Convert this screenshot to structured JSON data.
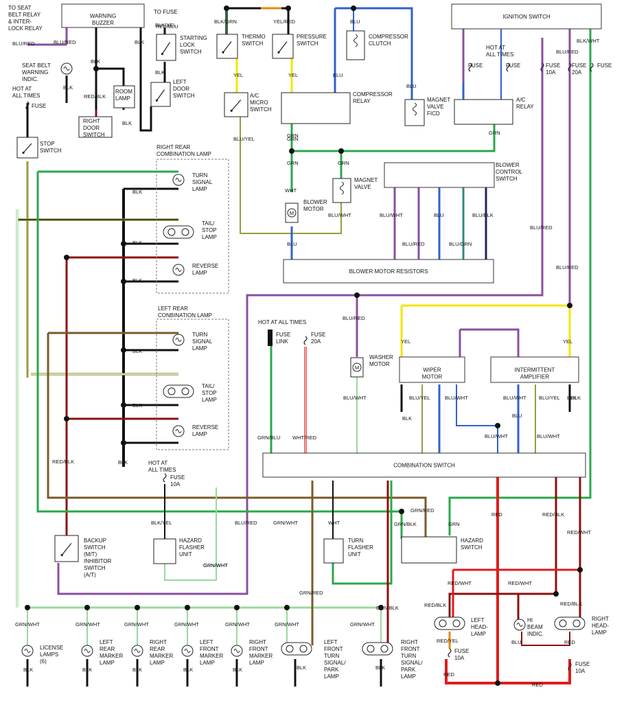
{
  "colors": {
    "black": "#111111",
    "purple": "#8a4fa0",
    "green": "#2aa84a",
    "yellow": "#f2e600",
    "blue": "#3060d0",
    "red": "#e01c1c",
    "dark_red": "#8b1010",
    "brown": "#7a5a2a",
    "olive": "#9a9a40",
    "teal": "#2f8a80",
    "navy": "#202060",
    "light_green": "#9ad99a",
    "gray": "#888888"
  },
  "boxes": {
    "warning_buzzer": "WARNING\nBUZZER",
    "ignition_switch": "IGNITION SWITCH",
    "blower_motor_resistors": "BLOWER MOTOR RESISTORS",
    "combination_switch": "COMBINATION SWITCH",
    "wiper_motor": "WIPER\nMOTOR",
    "intermittent_amplifier": "INTERMITTENT\nAMPLIFIER"
  },
  "labels": {
    "seat_belt_relay": "TO SEAT\nBELT RELAY\n& INTER-\nLOCK RELAY",
    "seat_belt_warning": "SEAT BELT\nWARNING\nINDIC.",
    "hot_all_times_left": "HOT AT\nALL TIMES",
    "fuse_left": "FUSE",
    "stop_switch": "STOP\nSWITCH",
    "to_fuse": "TO FUSE",
    "starting_lock_switch": "STARTING\nLOCK\nSWITCH",
    "left_door_switch": "LEFT\nDOOR\nSWITCH",
    "room_lamp": "ROOM\nLAMP",
    "right_door_switch": "RIGHT\nDOOR\nSWITCH",
    "thermo_switch": "THERMO\nSWITCH",
    "pressure_switch": "PRESSURE\nSWITCH",
    "compressor_clutch": "COMPRESSOR\nCLUTCH",
    "ac_micro_switch": "A/C\nMICRO\nSWITCH",
    "compressor_relay": "COMPRESSOR\nRELAY",
    "magnet_valve_ficd": "MAGNET\nVALVE\nFICD",
    "hot_all_times_top": "HOT AT\nALL TIMES",
    "fuse_a": "FUSE",
    "fuse_b": "FUSE",
    "fuse_10a": "FUSE\n10A",
    "fuse_20a": "FUSE\n20A",
    "fuse_c": "FUSE",
    "ac_relay": "A/C\nRELAY",
    "blower_control_switch": "BLOWER\nCONTROL\nSWITCH",
    "magnet_valve": "MAGNET\nVALVE",
    "blower_motor": "BLOWER\nMOTOR",
    "right_rear_combo": "RIGHT REAR\nCOMBINATION LAMP",
    "turn_signal_lamp_1": "TURN\nSIGNAL\nLAMP",
    "tail_stop_lamp_1": "TAIL/\nSTOP\nLAMP",
    "reverse_lamp_1": "REVERSE\nLAMP",
    "left_rear_combo": "LEFT REAR\nCONBINATION LAMP",
    "turn_signal_lamp_2": "TURN\nSIGNAL\nLAMP",
    "tail_stop_lamp_2": "TAIL/\nSTOP\nLAMP",
    "reverse_lamp_2": "REVERSE\nLAMP",
    "hot_all_times_mid": "HOT AT ALL TIMES",
    "fuse_link": "FUSE\nLINK",
    "fuse_20a_mid": "FUSE\n20A",
    "washer_motor": "WASHER\nMOTOR",
    "hot_all_times_hazard": "HOT AT\nALL TIMES",
    "fuse_10a_hazard": "FUSE\n10A",
    "backup_switch": "BACKUP\nSWITCH\n(M/T)\nINHIBITOR\nSWITCH\n(A/T)",
    "hazard_flasher": "HAZARD\nFLASHER\nUNIT",
    "turn_flasher": "TURN\nFLASHER\nUNIT",
    "hazard_switch": "HAZARD\nSWITCH",
    "left_head_lamp": "LEFT\nHEAD-\nLAMP",
    "hi_beam_indic": "HI\nBEAM\nINDIC.",
    "right_head_lamp": "RIGHT\nHEAD-\nLAMP",
    "fuse_10a_left_head": "FUSE\n10A",
    "fuse_10a_right_head": "FUSE\n10A",
    "license_lamps": "LICENSE\nLAMPS\n(6)",
    "left_rear_marker": "LEFT\nREAR\nMARKER\nLAMP",
    "right_rear_marker": "RIGHT\nREAR\nMARKER\nLAMP",
    "left_front_marker": "LEFT\nFRONT\nMARKER\nLAMP",
    "right_front_marker": "RIGHT\nFRONT\nMARKER\nLAMP",
    "left_front_turn": "LEFT\nFRONT\nTURN\nSIGNAL/\nPARK\nLAMP",
    "right_front_turn": "RIGHT\nFRONT\nTURN\nSIGNAL/\nPARK\nLAMP"
  },
  "wire_labels": [
    "BLU/RED",
    "BLU/RED",
    "BLK",
    "BLK",
    "RED/BLK",
    "BLK",
    "BLK",
    "BLK/YEL",
    "RED/BLU",
    "BLK",
    "BLK/GRN",
    "YEL/RED",
    "BLU",
    "YEL",
    "YEL",
    "BLU",
    "BLU",
    "BLU/YEL",
    "GRN",
    "GRN",
    "GRN",
    "GRN",
    "WHT",
    "BLU",
    "BLU/WHT",
    "BLU/WHT",
    "BLU",
    "BLU/BLK",
    "BLU/RED",
    "BLU/GRN",
    "BLU/RED",
    "BLU/RED",
    "BLU/RED",
    "BLK/WHT",
    "GRN",
    "BLK",
    "BLK",
    "BLK",
    "BLK",
    "BLK",
    "BLK",
    "RED/BLK",
    "BLK/YEL",
    "BLU/RED",
    "GRN/WHT",
    "WHT",
    "GRN/WHT",
    "GRN/RED",
    "GRN/BLK",
    "GRN",
    "GRN/BLU",
    "WHT/RED",
    "BLU/RED",
    "BLU/WHT",
    "YEL",
    "YEL",
    "BLU/YEL",
    "BLU/WHT",
    "BLK",
    "BLK",
    "BLU/WHT",
    "BLU",
    "BLU/YEL",
    "BLU/WHT",
    "BLU/WHT",
    "BLK",
    "RED",
    "RED/BLK",
    "RED/WHT",
    "RED/WHT",
    "RED/WHT",
    "RED/BLK",
    "RED/BLK",
    "RED/YEL",
    "BLU",
    "RED",
    "RED",
    "RED",
    "GRN/WHT",
    "GRN/WHT",
    "GRN/WHT",
    "GRN/WHT",
    "GRN/WHT",
    "GRN/WHT",
    "GRN/WHT",
    "GRN/RED",
    "GRN/BLK",
    "GRN/WHT",
    "BLK",
    "BLK",
    "BLK",
    "BLK",
    "BLK",
    "BLK",
    "BLK"
  ]
}
